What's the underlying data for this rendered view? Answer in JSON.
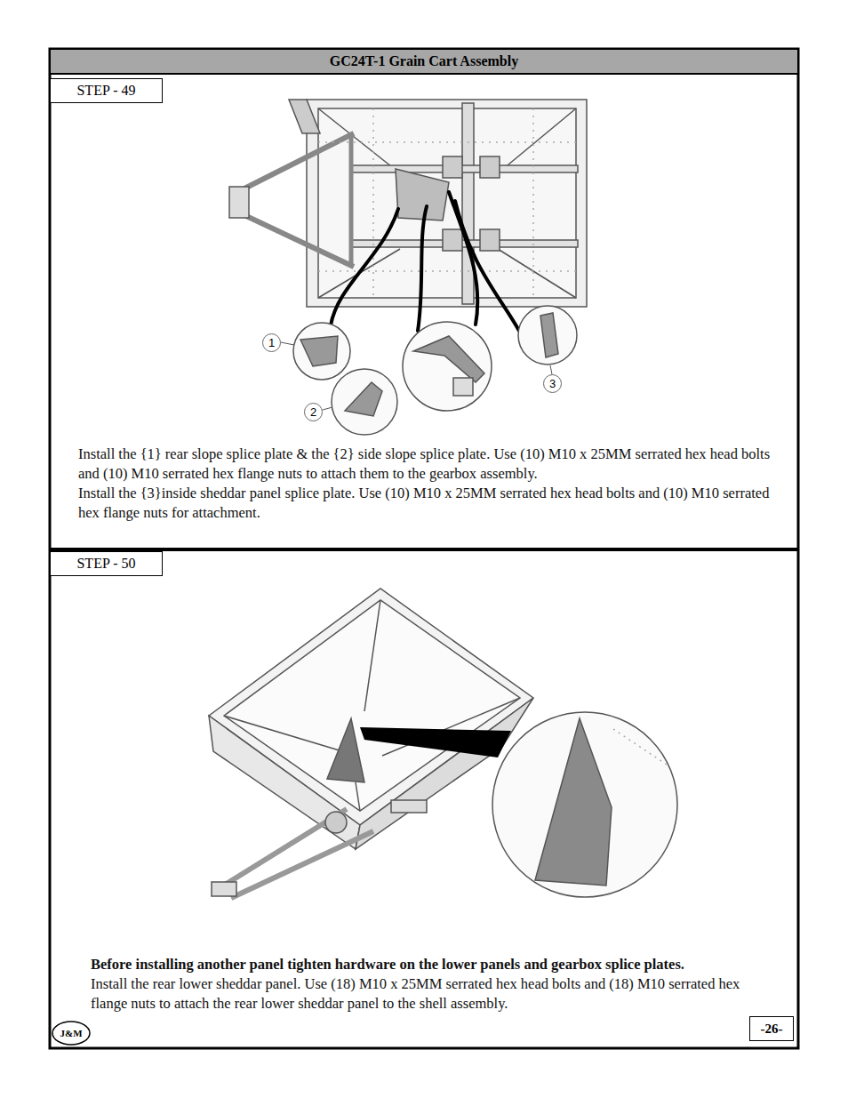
{
  "diagram": {
    "title": "GC24T-1 Grain Cart Assembly",
    "nodes": [
      {
        "text": [
          "STEP - 49"
        ]
      },
      {
        "text": [
          "1"
        ]
      },
      {
        "text": [
          "2"
        ]
      },
      {
        "text": [
          "3"
        ]
      },
      {
        "text": [
          "STEP - 50"
        ]
      },
      {
        "text": [
          "J&M"
        ]
      },
      {
        "text": [
          "-26-"
        ]
      }
    ],
    "labels": [
      "Install the {1} rear slope splice plate & the {2} side slope splice plate. Use (10) M10 x 25MM serrated hex head bolts and (10) M10 serrated hex flange nuts to attach them to the gearbox assembly.",
      "Install the {3}inside sheddar panel splice plate. Use (10) M10 x 25MM serrated hex head bolts and (10) M10 serrated hex flange nuts for attachment.",
      "Before installing another panel tighten hardware on the lower panels and gearbox splice plates.",
      "Install the rear lower sheddar panel. Use (18) M10 x 25MM serrated hex head bolts and (18) M10 serrated hex flange nuts to attach the rear lower sheddar panel to the shell assembly."
    ]
  }
}
